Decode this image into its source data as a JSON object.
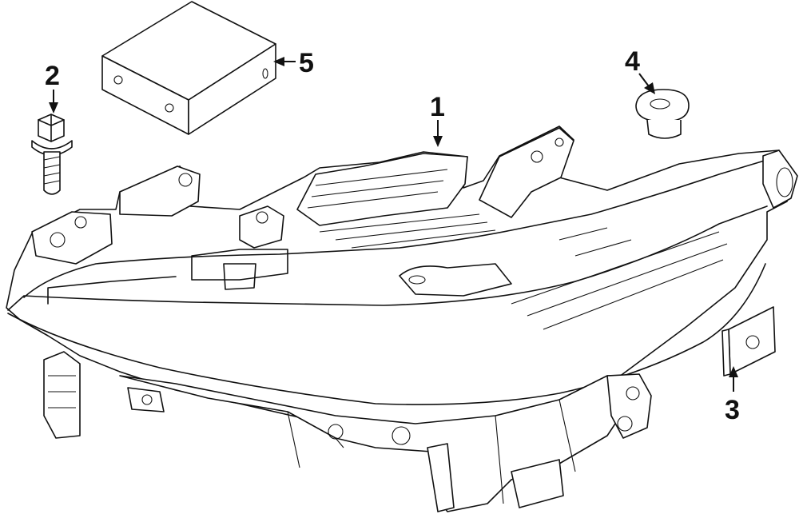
{
  "callouts": [
    {
      "id": "headlamp",
      "label": "1"
    },
    {
      "id": "bolt",
      "label": "2"
    },
    {
      "id": "bracket",
      "label": "3"
    },
    {
      "id": "grommet",
      "label": "4"
    },
    {
      "id": "module",
      "label": "5"
    }
  ]
}
